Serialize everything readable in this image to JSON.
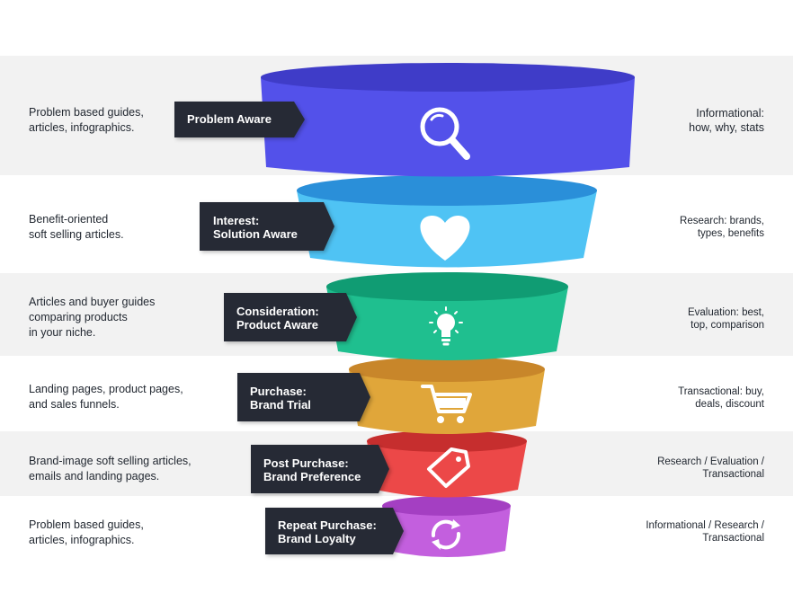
{
  "stages": [
    {
      "label": [
        "Problem Aware"
      ],
      "left": [
        "Problem based guides,",
        "articles, infographics."
      ],
      "right": [
        "Informational:",
        "how, why, stats"
      ],
      "icon": "magnifier-icon",
      "color": "#5351ea"
    },
    {
      "label": [
        "Interest:",
        "Solution Aware"
      ],
      "left": [
        "Benefit-oriented",
        "soft selling articles."
      ],
      "right": [
        "Research: brands,",
        "types, benefits"
      ],
      "icon": "heart-icon",
      "color": "#4fc3f4"
    },
    {
      "label": [
        "Consideration:",
        "Product Aware"
      ],
      "left": [
        "Articles and buyer guides",
        "comparing products",
        "in your niche."
      ],
      "right": [
        "Evaluation: best,",
        "top, comparison"
      ],
      "icon": "lightbulb-icon",
      "color": "#1fbf8f"
    },
    {
      "label": [
        "Purchase:",
        "Brand Trial"
      ],
      "left": [
        "Landing pages, product pages,",
        "and sales funnels."
      ],
      "right": [
        "Transactional: buy,",
        "deals, discount"
      ],
      "icon": "shopping-cart-icon",
      "color": "#e0a63a"
    },
    {
      "label": [
        "Post Purchase:",
        "Brand Preference"
      ],
      "left": [
        "Brand-image soft selling articles,",
        "emails and landing pages."
      ],
      "right": [
        "Research / Evaluation /",
        "Transactional"
      ],
      "icon": "price-tag-icon",
      "color": "#ec4848"
    },
    {
      "label": [
        "Repeat Purchase:",
        "Brand Loyalty"
      ],
      "left": [
        "Problem based guides,",
        "articles, infographics."
      ],
      "right": [
        "Informational / Research /",
        "Transactional"
      ],
      "icon": "refresh-arrows-icon",
      "color": "#c35fde"
    }
  ],
  "colors": {
    "band_shade": "#f2f2f2",
    "tag": "#262c34",
    "text": "#222831",
    "icon": "#ffffff"
  }
}
